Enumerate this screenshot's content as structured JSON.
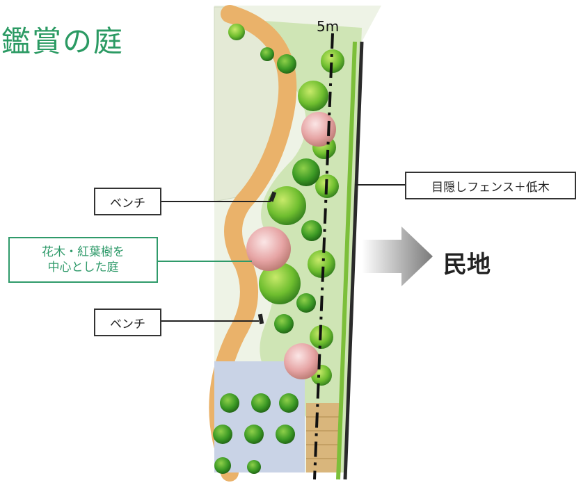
{
  "title": "鑑賞の庭",
  "scale_label": "5m",
  "labels": {
    "bench_top": "ベンチ",
    "bench_bottom": "ベンチ",
    "garden_line1": "花木・紅葉樹を",
    "garden_line2": "中心とした庭",
    "fence": "目隠しフェンス＋低木",
    "neighbor": "民地"
  },
  "colors": {
    "title": "#2b9a63",
    "lawn": "#dcead0",
    "path": "#eeb870",
    "tree": "#5cae2e",
    "flower_tree": "#e7a8a8",
    "paving": "#c9d3e6",
    "fence": "#2a2a2a",
    "label_border_green": "#2f9a6a"
  }
}
